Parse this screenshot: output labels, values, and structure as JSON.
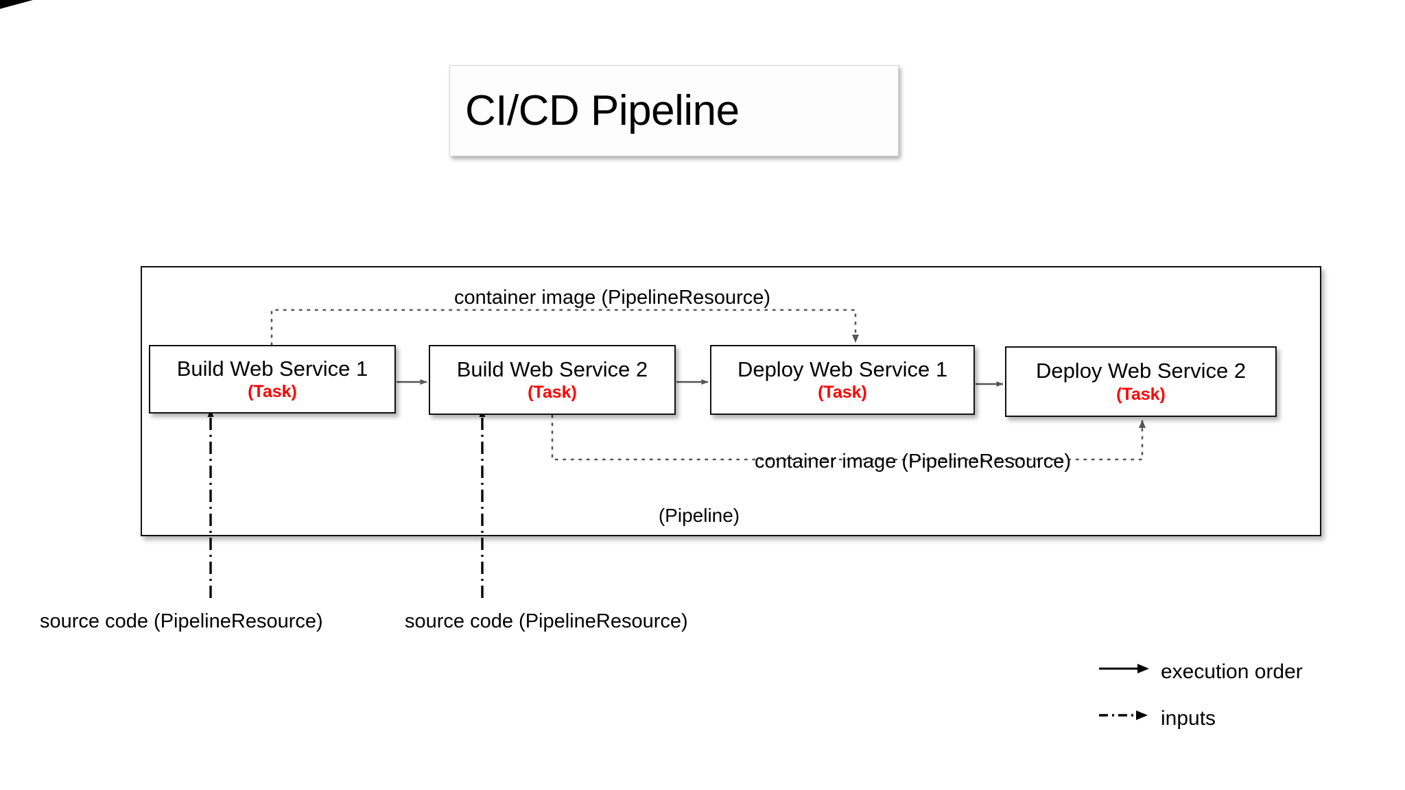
{
  "diagram": {
    "title": "CI/CD Pipeline",
    "container_caption": "(Pipeline)",
    "task_kind_color": "#ff0000",
    "tasks": [
      {
        "name": "Build Web Service 1",
        "kind": "(Task)"
      },
      {
        "name": "Build Web Service 2",
        "kind": "(Task)"
      },
      {
        "name": "Deploy Web Service 1",
        "kind": "(Task)"
      },
      {
        "name": "Deploy Web Service 2",
        "kind": "(Task)"
      }
    ],
    "edge_labels": {
      "container_image_top": "container image (PipelineResource)",
      "container_image_bottom": "container image (PipelineResource)",
      "source_code_1": "source code (PipelineResource)",
      "source_code_2": "source code (PipelineResource)"
    },
    "legend": [
      {
        "label": "execution order",
        "style": "solid-arrow"
      },
      {
        "label": "inputs",
        "style": "dash-dot-arrow"
      }
    ]
  }
}
